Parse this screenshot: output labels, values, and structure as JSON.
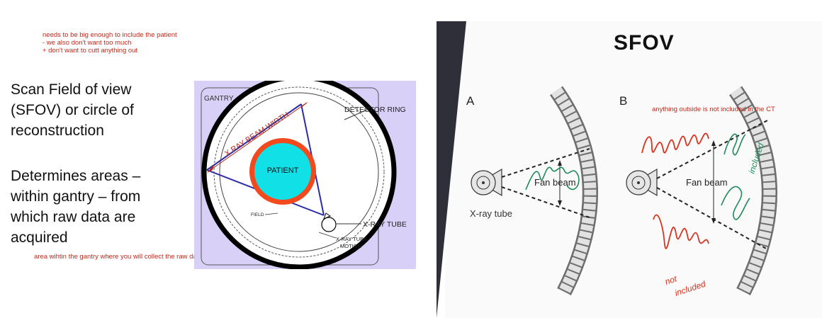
{
  "left": {
    "top_note_lines": [
      "needs to be big enough to include the patient",
      "- we also don't want too much",
      "+ don't want to cutt anything out"
    ],
    "heading_lines": [
      "Scan Field of view",
      "(SFOV) or circle of",
      "reconstruction"
    ],
    "body_lines": [
      "Determines areas –",
      "within gantry – from",
      "which raw data are",
      "acquired"
    ],
    "bottom_note": "area wihtin the gantry where you will collect the raw data"
  },
  "gantry_diagram": {
    "gantry_label": "GANTRY",
    "detector_ring_label": "DETECTOR RING",
    "beam_width_label": "X RAY BEAM WIDTH",
    "patient_label": "PATIENT",
    "field_label": "FIELD",
    "xray_tube_label": "X-RAY TUBE",
    "tube_motion_label": [
      "X-RAY TUBE",
      "MOTION"
    ],
    "colors": {
      "background": "#d9d0f7",
      "patient_fill": "#11e0e6",
      "patient_ring": "#f24a1c",
      "beam": "#2c2ca8"
    }
  },
  "right": {
    "title": "SFOV",
    "panel_a_label": "A",
    "panel_b_label": "B",
    "fan_beam_label_a": "Fan beam",
    "fan_beam_label_b": "Fan beam",
    "xray_tube_label": "X-ray tube",
    "note_outside": "anything outside is not included in the CT",
    "handwritten_included": "included",
    "handwritten_not_included": [
      "not",
      "included"
    ]
  }
}
